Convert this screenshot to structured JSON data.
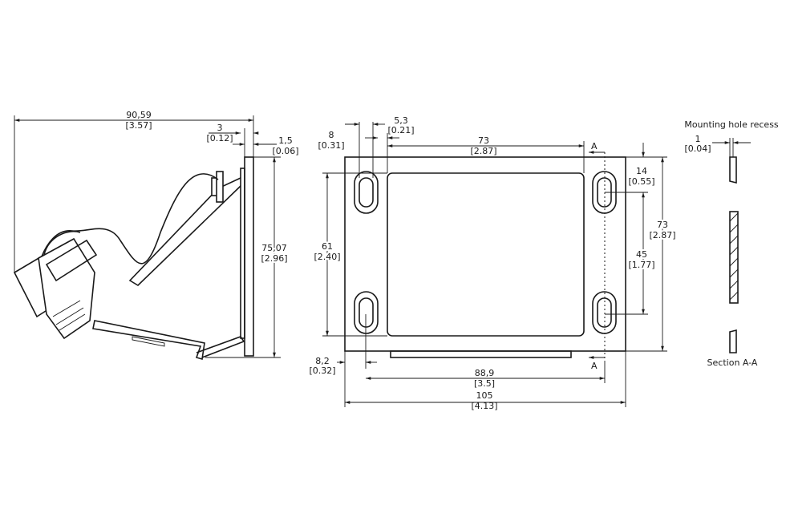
{
  "dimensions": {
    "side_depth": {
      "mm": "90,59",
      "in": "[3.57]"
    },
    "side_flange": {
      "mm": "3",
      "in": "[0.12]"
    },
    "side_plate": {
      "mm": "1,5",
      "in": "[0.06]"
    },
    "side_height": {
      "mm": "75,07",
      "in": "[2.96]"
    },
    "slot_width": {
      "mm": "8",
      "in": "[0.31]"
    },
    "slot_edge": {
      "mm": "5,3",
      "in": "[0.21]"
    },
    "window_width": {
      "mm": "73",
      "in": "[2.87]"
    },
    "slot_top": {
      "mm": "14",
      "in": "[0.55]"
    },
    "plate_height": {
      "mm": "73",
      "in": "[2.87]"
    },
    "window_height": {
      "mm": "61",
      "in": "[2.40]"
    },
    "slot_pitch_v": {
      "mm": "45",
      "in": "[1.77]"
    },
    "slot_left": {
      "mm": "8,2",
      "in": "[0.32]"
    },
    "slot_pitch_h": {
      "mm": "88,9",
      "in": "[3.5]"
    },
    "plate_width": {
      "mm": "105",
      "in": "[4.13]"
    },
    "recess_depth": {
      "mm": "1",
      "in": "[0.04]"
    }
  },
  "labels": {
    "mounting_hole_recess": "Mounting hole recess",
    "section": "Section A-A",
    "section_mark_top": "A",
    "section_mark_bottom": "A"
  }
}
